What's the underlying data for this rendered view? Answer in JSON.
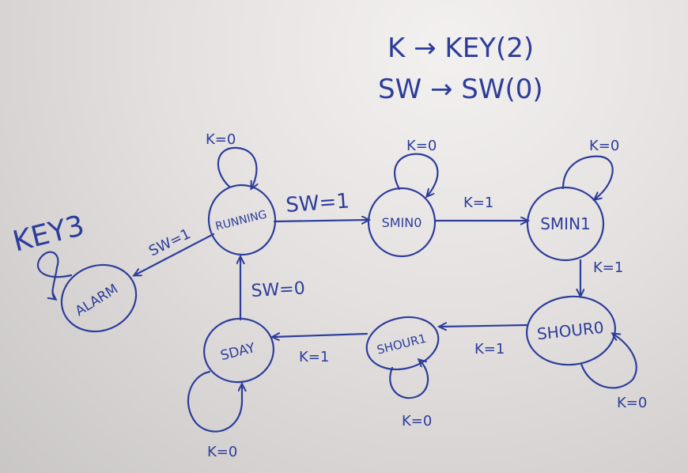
{
  "legend": {
    "line1": "K → KEY(2)",
    "line2": "SW → SW(0)"
  },
  "states": {
    "running": "RUNNING",
    "smin0": "SMIN0",
    "smin1": "SMIN1",
    "shour0": "SHOUR0",
    "shour1": "SHOUR1",
    "sday": "SDAY",
    "alarm": "ALARM"
  },
  "transitions": {
    "running_self": "K=0",
    "running_to_smin0": "SW=1",
    "running_to_alarm": "SW=1",
    "alarm_self": "KEY3",
    "smin0_self": "K=0",
    "smin0_to_smin1": "K=1",
    "smin1_self": "K=0",
    "smin1_to_shour0": "K=1",
    "shour0_self": "K=0",
    "shour0_to_shour1": "K=1",
    "shour1_self": "K=0",
    "shour1_to_sday": "K=1",
    "sday_self": "K=0",
    "sday_to_running": "SW=0"
  }
}
